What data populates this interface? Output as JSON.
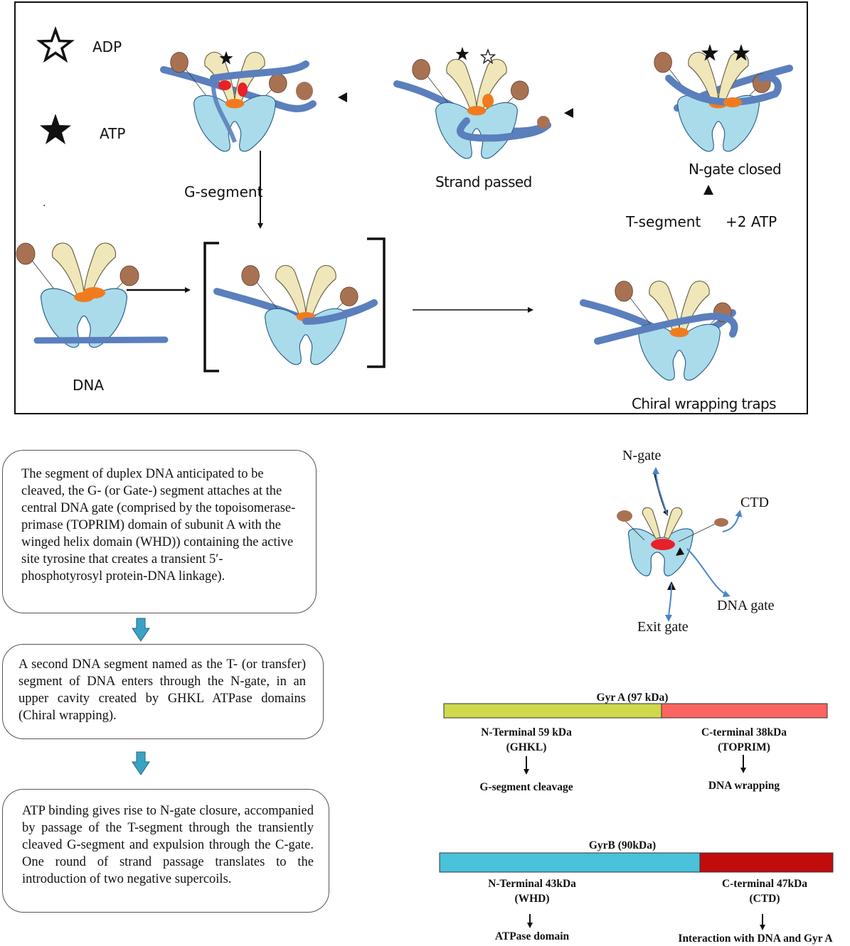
{
  "colors": {
    "dna": "#5b7fbd",
    "subunit_a": "#a9dbea",
    "subunit_b": "#efe7b9",
    "ctd": "#a87252",
    "active_site": "#f07b1f",
    "gate_red": "#e8202a",
    "gyra_n": "#cfd94d",
    "gyra_c": "#fb6561",
    "gyrb_n": "#49c2da",
    "gyrb_c": "#c20c0c",
    "flow_arrow": "#3aa3c4",
    "gate_arrow": "#4a86c8"
  },
  "legend": {
    "adp": {
      "symbol": "open-star-icon",
      "label": "ADP"
    },
    "atp": {
      "symbol": "filled-star-icon",
      "label": "ATP"
    }
  },
  "cycle": {
    "g_segment": "G-segment",
    "strand_passed": "Strand passed",
    "n_gate_closed": "N-gate closed",
    "t_segment": "T-segment",
    "plus_atp": "+2 ATP",
    "dna": "DNA",
    "chiral": "Chiral wrapping traps",
    "dot": "."
  },
  "steps": [
    "The segment of duplex DNA anticipated to be cleaved, the G- (or Gate-) segment attaches at the central DNA gate (comprised by the topoisomerase- primase (TOPRIM) domain of subunit A with the winged helix domain (WHD)) containing the active site tyrosine that creates a transient 5′-phosphotyrosyl protein-DNA linkage).",
    "A second DNA segment named as the T- (or transfer) segment of DNA enters through the N-gate, in an upper cavity created by GHKL ATPase domains (Chiral wrapping).",
    "ATP binding gives rise to N-gate closure, accompanied by passage of the T-segment through the transiently cleaved G-segment and expulsion through the C-gate. One round of strand passage translates to the introduction of two negative supercoils."
  ],
  "gates": {
    "n_gate": "N-gate",
    "ctd": "CTD",
    "dna_gate": "DNA gate",
    "exit_gate": "Exit gate"
  },
  "gyra": {
    "title": "Gyr A (97 kDa)",
    "split_fraction": 0.567,
    "left_line1": "N-Terminal 59 kDa",
    "left_line2": "(GHKL)",
    "left_function": "G-segment cleavage",
    "right_line1": "C-terminal 38kDa",
    "right_line2": "(TOPRIM)",
    "right_function": "DNA wrapping"
  },
  "gyrb": {
    "title": "GyrB (90kDa)",
    "split_fraction": 0.661,
    "left_line1": "N-Terminal 43kDa",
    "left_line2": "(WHD)",
    "left_function": "ATPase domain",
    "right_line1": "C-terminal 47kDa",
    "right_line2": "(CTD)",
    "right_function": "Interaction with DNA and Gyr A"
  }
}
